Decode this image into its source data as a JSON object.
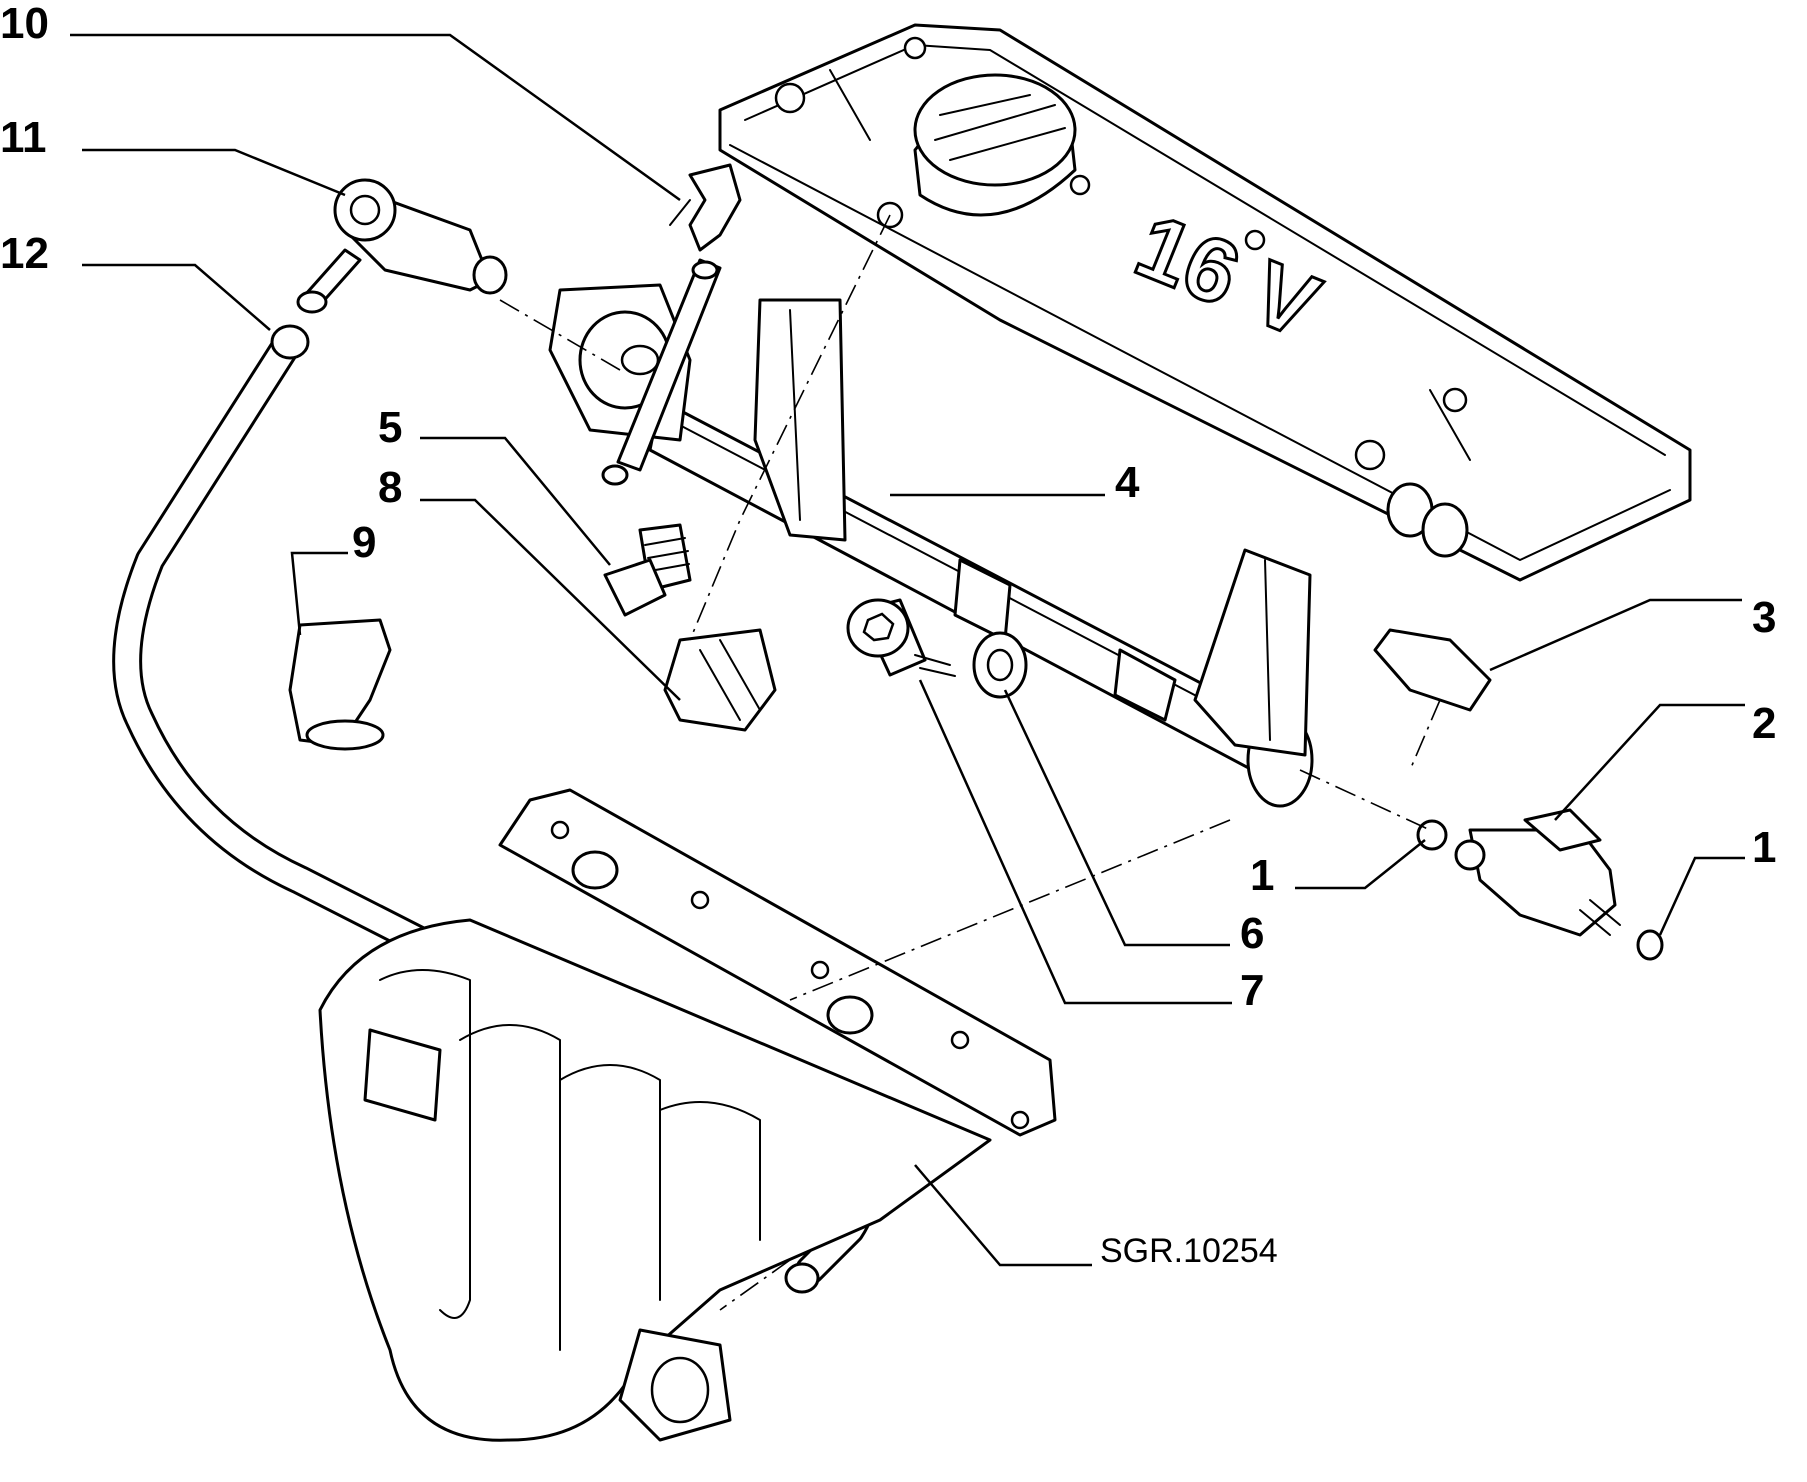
{
  "diagram": {
    "reference_code": "SGR.10254",
    "emboss_text": "16 V",
    "callouts": {
      "c10": "10",
      "c11": "11",
      "c12": "12",
      "c5": "5",
      "c8": "8",
      "c9": "9",
      "c4": "4",
      "c3": "3",
      "c2": "2",
      "c1a": "1",
      "c1b": "1",
      "c6": "6",
      "c7": "7"
    }
  }
}
